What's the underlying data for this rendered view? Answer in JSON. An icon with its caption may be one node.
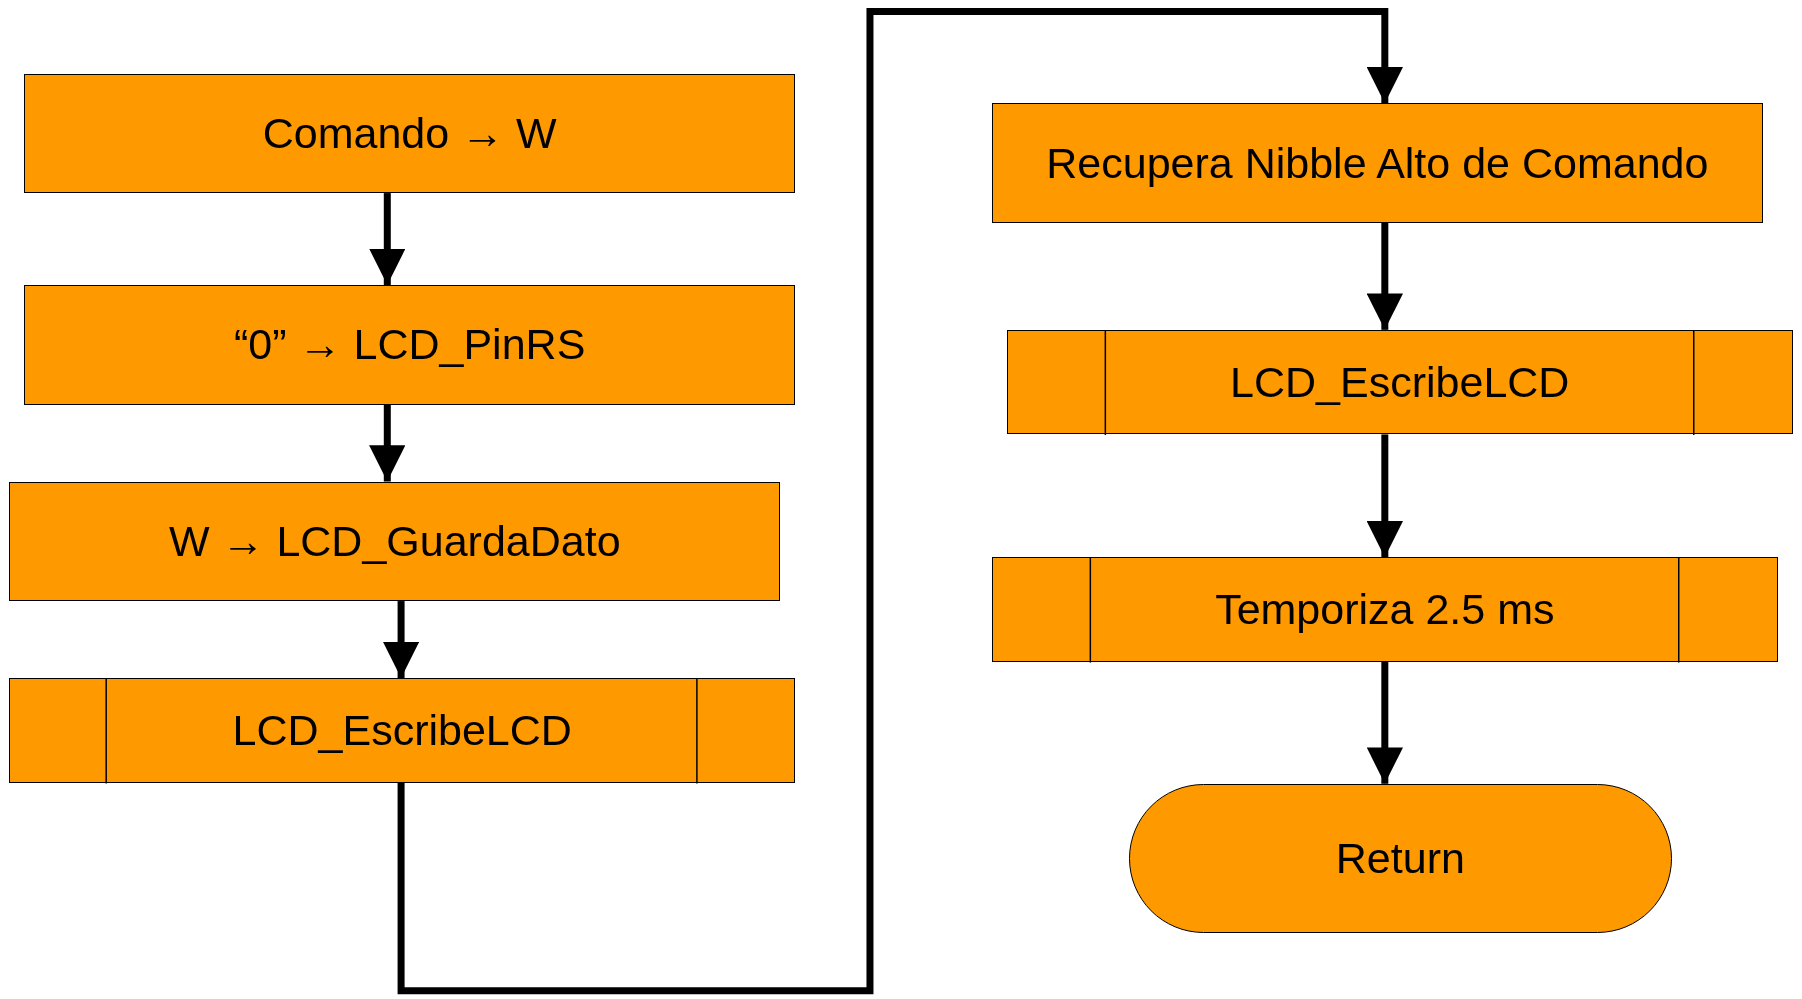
{
  "diagram": {
    "nodes": [
      {
        "text": [
          "Comando → W"
        ]
      },
      {
        "text": [
          "“0” → LCD_PinRS"
        ]
      },
      {
        "text": [
          "W → LCD_GuardaDato"
        ]
      },
      {
        "text": [
          "LCD_EscribeLCD"
        ]
      },
      {
        "text": [
          "Recupera Nibble Alto de Comando"
        ]
      },
      {
        "text": [
          "LCD_EscribeLCD"
        ]
      },
      {
        "text": [
          "Temporiza 2.5 ms"
        ]
      },
      {
        "text": [
          "Return"
        ]
      }
    ],
    "edges": [
      {
        "from": 0,
        "to": 1,
        "arrow": "to"
      },
      {
        "from": 1,
        "to": 2,
        "arrow": "to"
      },
      {
        "from": 2,
        "to": 3,
        "arrow": "to"
      },
      {
        "from": 3,
        "to": 4,
        "arrow": "to"
      },
      {
        "from": 4,
        "to": 5,
        "arrow": "to"
      },
      {
        "from": 5,
        "to": 6,
        "arrow": "to"
      },
      {
        "from": 6,
        "to": 7,
        "arrow": "to"
      }
    ]
  }
}
